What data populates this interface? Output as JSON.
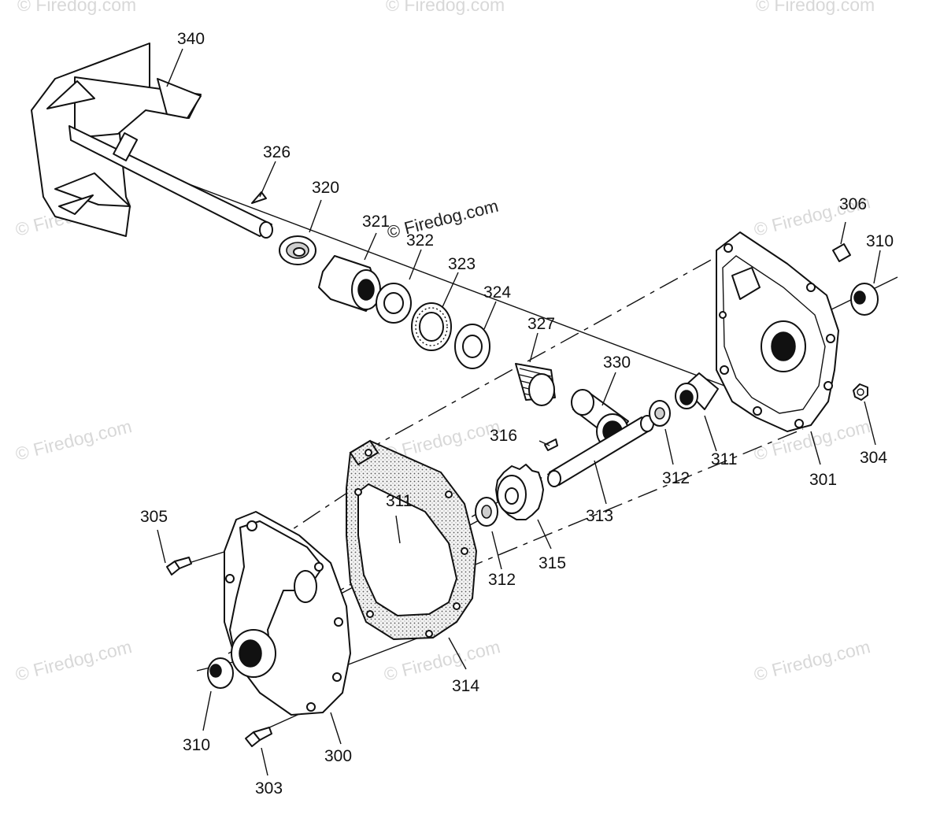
{
  "watermark": {
    "text": "© Firedog.com"
  },
  "callouts": {
    "c340": "340",
    "c326": "326",
    "c320": "320",
    "c321": "321",
    "c322": "322",
    "c323": "323",
    "c324": "324",
    "c327": "327",
    "c330": "330",
    "c306": "306",
    "c310a": "310",
    "c304": "304",
    "c301": "301",
    "c311a": "311",
    "c312a": "312",
    "c313": "313",
    "c316": "316",
    "c315": "315",
    "c312b": "312",
    "c311b": "311",
    "c314": "314",
    "c305": "305",
    "c310b": "310",
    "c300": "300",
    "c303": "303"
  }
}
